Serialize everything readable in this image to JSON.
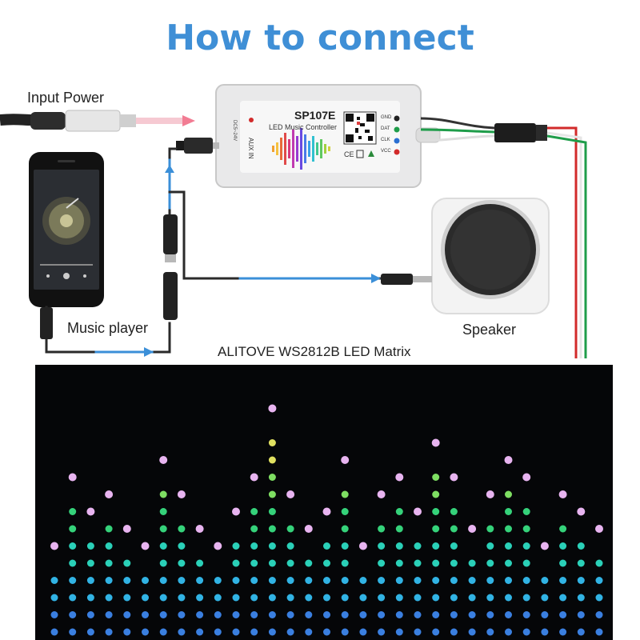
{
  "title": "How to connect",
  "labels": {
    "input_power": "Input Power",
    "music_player": "Music player",
    "speaker": "Speaker",
    "led_matrix": "ALITOVE WS2812B LED Matrix"
  },
  "controller": {
    "model": "SP107E",
    "subtitle": "LED Music Controller",
    "voltage": "DC5~24V",
    "aux": "AUX IN",
    "pins": [
      "GND",
      "DAT",
      "CLK",
      "VCC"
    ],
    "pin_colors": [
      "#222222",
      "#1f9d4a",
      "#2a6fd1",
      "#d22b2b"
    ]
  },
  "colors": {
    "title": "#3f8fd6",
    "audio_line": "#3b8fd8",
    "power_arrow": "#f27c93",
    "matrix_bg": "#050608"
  }
}
